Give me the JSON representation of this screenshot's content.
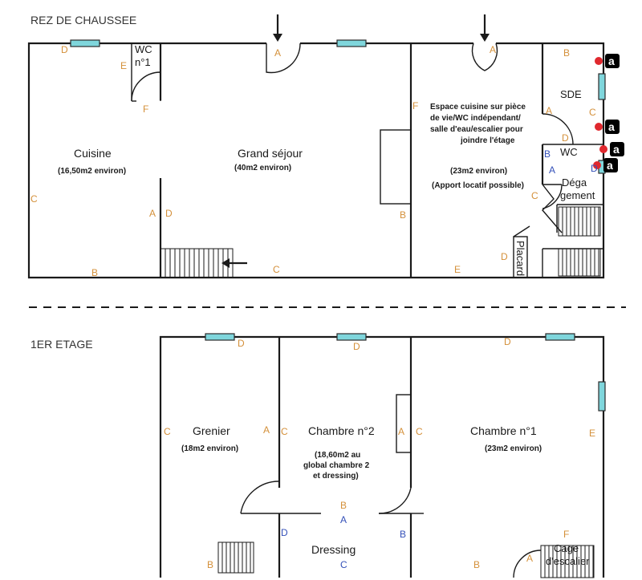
{
  "titles": {
    "ground": "REZ DE CHAUSSEE",
    "first": "1ER ETAGE"
  },
  "ground": {
    "cuisine": {
      "name": "Cuisine",
      "area": "(16,50m2 environ)"
    },
    "sejour": {
      "name": "Grand séjour",
      "area": "(40m2 environ)"
    },
    "wc1": {
      "line1": "WC",
      "line2": "n°1"
    },
    "espace": {
      "lines": [
        "Espace cuisine sur pièce",
        "de vie/WC indépendant/",
        "salle d'eau/escalier pour",
        "joindre l'étage"
      ],
      "area": "(23m2 environ)",
      "note": "(Apport locatif possible)"
    },
    "sde": "SDE",
    "wc2": "WC",
    "degagement": [
      "Déga",
      "gement"
    ],
    "placard": "Placard"
  },
  "first": {
    "grenier": {
      "name": "Grenier",
      "area": "(18m2 environ)"
    },
    "chambre2": {
      "name": "Chambre n°2",
      "area_lines": [
        "(18,60m2 au",
        "global chambre 2",
        "et dressing)"
      ]
    },
    "chambre1": {
      "name": "Chambre n°1",
      "area": "(23m2 environ)"
    },
    "dressing": "Dressing",
    "escalier": [
      "Cage",
      "d'escalier"
    ]
  },
  "wall_labels": {
    "A": "A",
    "B": "B",
    "C": "C",
    "D": "D",
    "E": "E",
    "F": "F"
  },
  "icons": {
    "outlet": "a"
  },
  "colors": {
    "window": "#7fd6dc",
    "label_orange": "#d4903a",
    "label_blue": "#3450b8",
    "outlet_red": "#e0282e"
  }
}
